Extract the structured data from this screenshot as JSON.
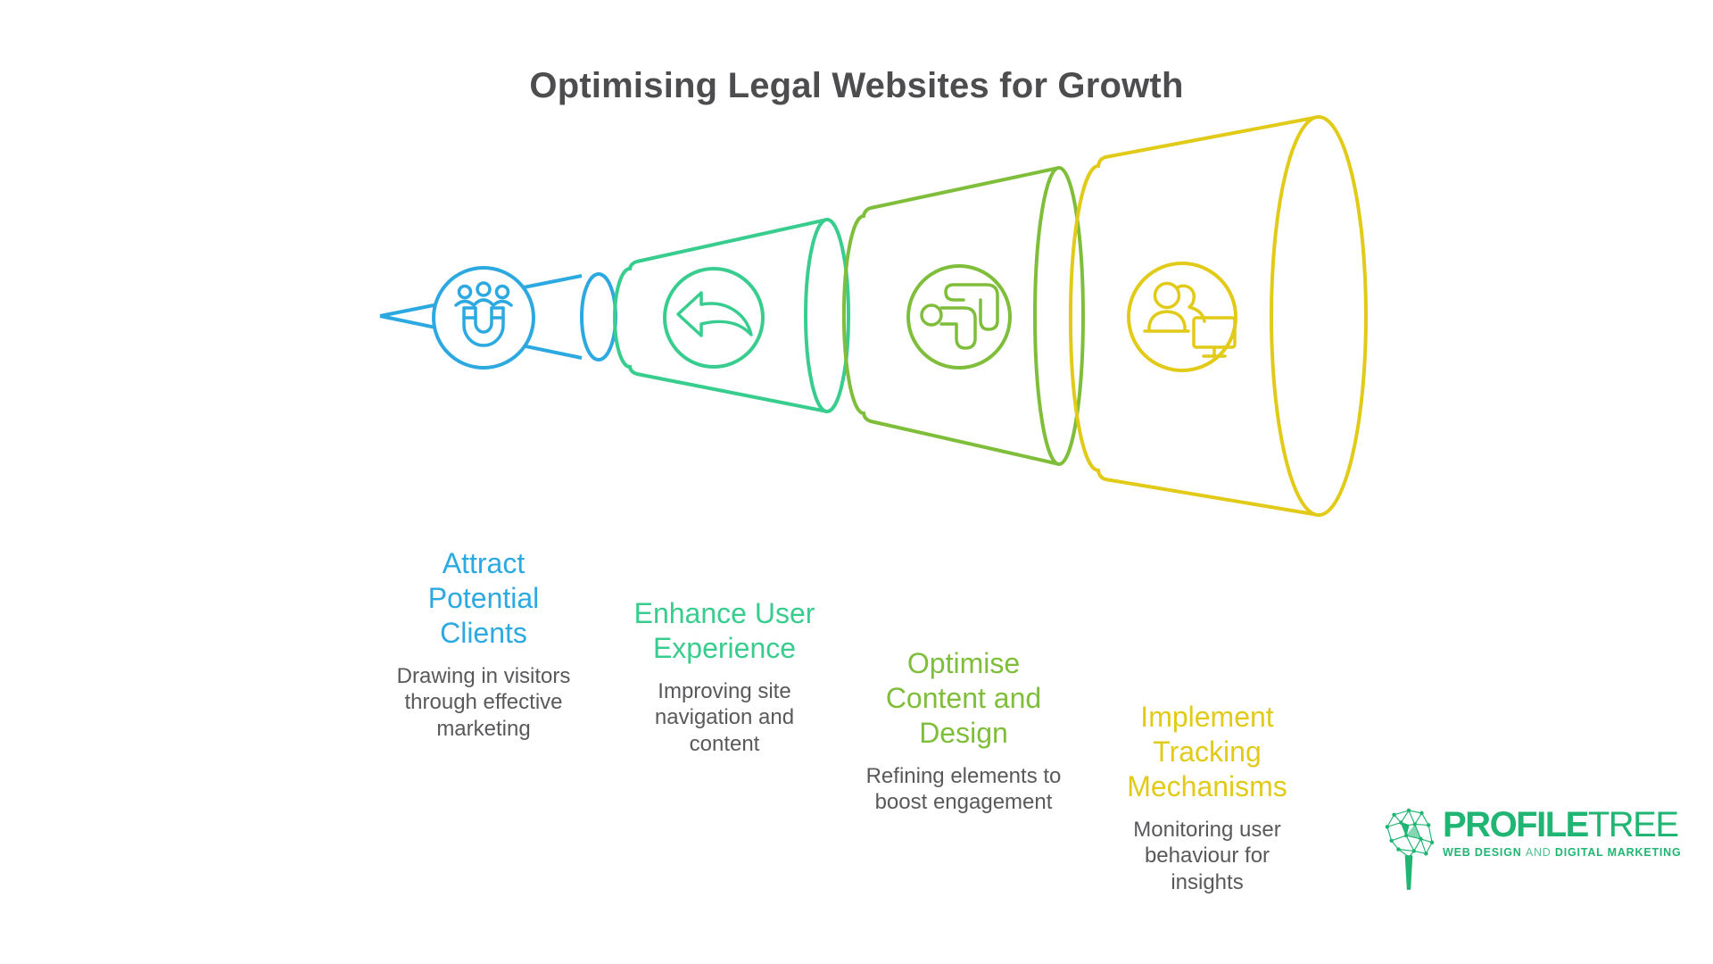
{
  "title": "Optimising Legal Websites for Growth",
  "steps": [
    {
      "title": "Attract Potential Clients",
      "description": "Drawing in visitors through effective marketing",
      "color": "#2BA9E0",
      "icon": "magnet-people-icon"
    },
    {
      "title": "Enhance User Experience",
      "description": "Improving site navigation and content",
      "color": "#38CD8E",
      "icon": "reply-arrow-icon"
    },
    {
      "title": "Optimise Content and Design",
      "description": "Refining elements to boost engagement",
      "color": "#7FBE3B",
      "icon": "bent-arrows-icon"
    },
    {
      "title": "Implement Tracking Mechanisms",
      "description": "Monitoring user behaviour for insights",
      "color": "#E2CA18",
      "icon": "user-monitor-icon"
    }
  ],
  "text_colors": {
    "heading": "#4D4D4F",
    "description": "#58595B"
  },
  "logo": {
    "brand_bold": "PROFILE",
    "brand_light": "TREE",
    "tagline_left": "WEB DESIGN",
    "tagline_and": "AND",
    "tagline_right": "DIGITAL MARKETING",
    "color": "#21B573"
  }
}
